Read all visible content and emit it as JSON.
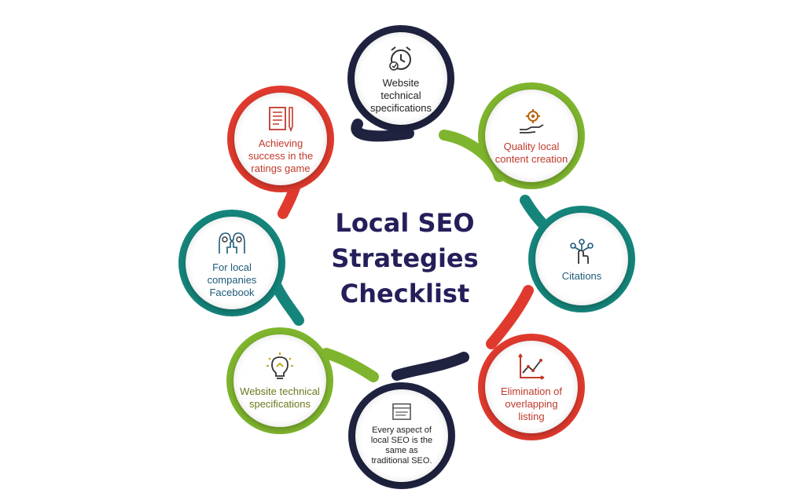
{
  "title": {
    "line1": "Local SEO",
    "line2": "Strategies",
    "line3": "Checklist"
  },
  "colors": {
    "navy": "#1f2340",
    "red": "#e03a2e",
    "green": "#7fb52e",
    "teal": "#15857b",
    "title": "#241f5a"
  },
  "nodes": [
    {
      "id": "top",
      "label": "Website technical specifications",
      "icon": "alarm-clock-icon",
      "ring": "navy",
      "text": "#222222"
    },
    {
      "id": "quality",
      "label": "Quality local content creation",
      "icon": "hand-gear-icon",
      "ring": "green",
      "text": "#c0392b"
    },
    {
      "id": "citations",
      "label": "Citations",
      "icon": "touch-network-icon",
      "ring": "teal",
      "text": "#1e5a7a"
    },
    {
      "id": "elimination",
      "label": "Elimination of overlapping listing",
      "icon": "line-chart-icon",
      "ring": "red",
      "text": "#c0392b"
    },
    {
      "id": "bottom",
      "label": "Every aspect of local SEO is the same as traditional SEO.",
      "icon": "document-lines-icon",
      "ring": "navy",
      "text": "#222222"
    },
    {
      "id": "website",
      "label": "Website technical specifications",
      "icon": "lightbulb-icon",
      "ring": "green",
      "text": "#6b7a1e"
    },
    {
      "id": "facebook",
      "label": "For local companies Facebook",
      "icon": "two-heads-icon",
      "ring": "teal",
      "text": "#1e5a7a"
    },
    {
      "id": "ratings",
      "label": "Achieving success in the ratings game",
      "icon": "notepad-pencil-icon",
      "ring": "red",
      "text": "#c0392b"
    }
  ]
}
